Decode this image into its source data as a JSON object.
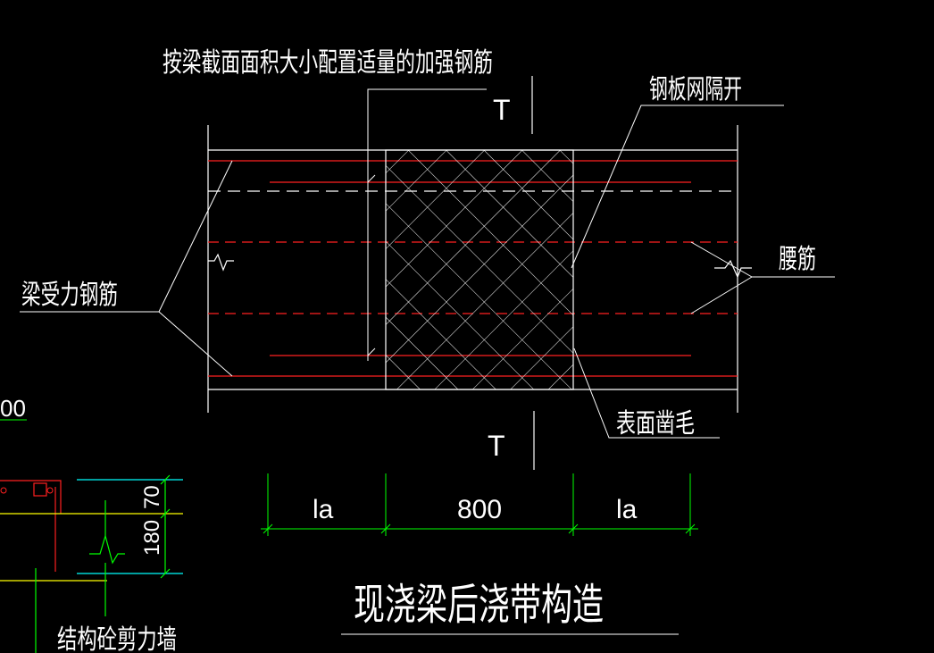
{
  "drawing": {
    "title": "现浇梁后浇带构造",
    "labels": {
      "top_rebar_note": "按梁截面面积大小配置适量的加强钢筋",
      "steel_mesh": "钢板网隔开",
      "waist_bar": "腰筋",
      "main_rebar": "梁受力钢筋",
      "surface_roughen": "表面凿毛",
      "shear_wall": "结构砼剪力墙"
    },
    "section_marks": {
      "top": "T",
      "bottom": "T"
    },
    "dimensions": {
      "left": "la",
      "middle": "800",
      "right": "la",
      "left_edge_partial": "00"
    },
    "side_dimensions": {
      "upper": "70",
      "lower": "180"
    }
  },
  "colors": {
    "background": "#000000",
    "outline": "#ffffff",
    "rebar": "#ff2020",
    "dimension": "#00ff00",
    "extension_line": "#00ffff",
    "yellow": "#ffff00",
    "hatch": "#ffffff"
  }
}
